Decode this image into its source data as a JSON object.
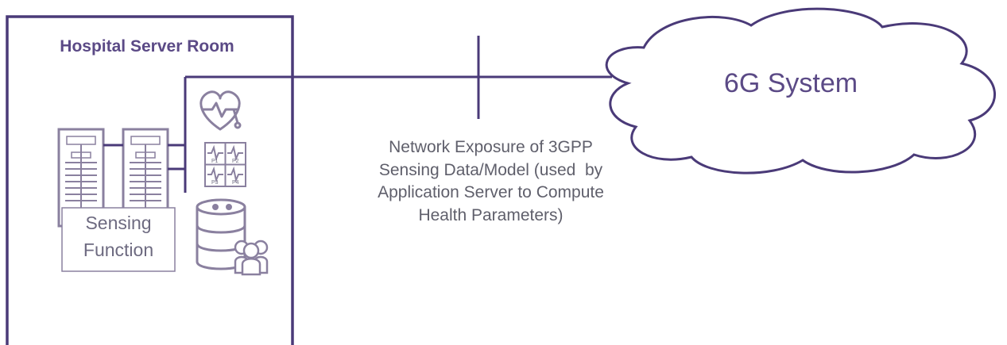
{
  "diagram": {
    "room_title": "Hospital Server Room",
    "sensing_function_line1": "Sensing",
    "sensing_function_line2": "Function",
    "exposure_lines": [
      "Network Exposure of 3GPP",
      "Sensing Data/Model (used  by",
      "Application Server to Compute",
      "Health Parameters)"
    ],
    "system_label": "6G System",
    "panel_labels": [
      "P1",
      "P2",
      "P3",
      "P4"
    ]
  },
  "icons": {
    "server_rack": "server-rack-icon",
    "heart_monitor": "heart-monitor-icon",
    "patient_grid": "patient-vitals-grid-icon",
    "database": "database-icon",
    "people": "people-group-icon",
    "cloud": "cloud-icon"
  },
  "colors": {
    "accent": "#4a3a78",
    "icon": "#7e7499",
    "text": "#5f5f6b"
  }
}
